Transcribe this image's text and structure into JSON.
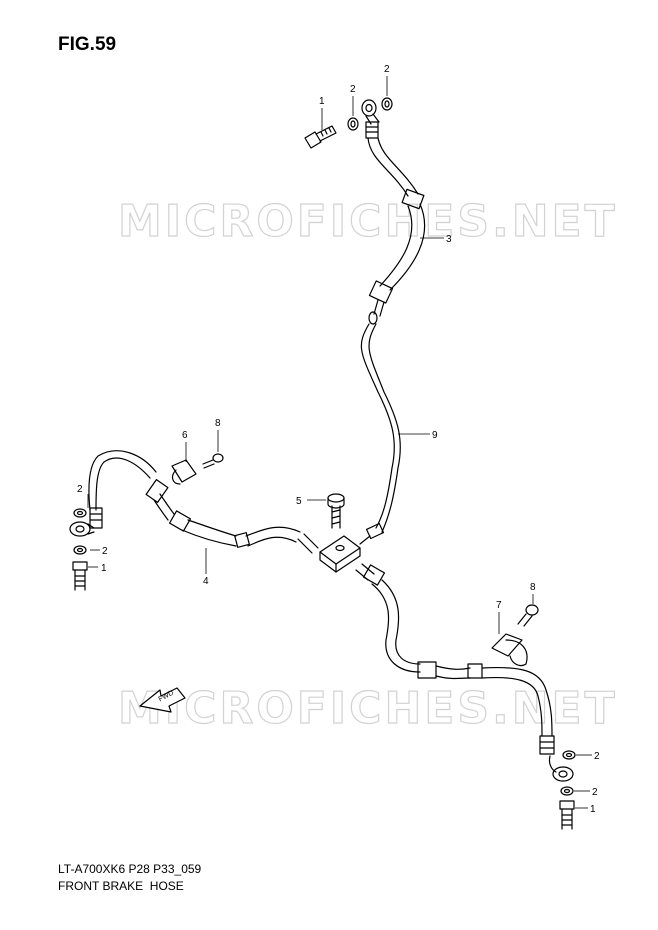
{
  "figure": {
    "title": "FIG.59",
    "model_code": "LT-A700XK6 P28 P33_059",
    "name": "FRONT BRAKE  HOSE"
  },
  "watermark": "MICROFICHES.NET",
  "direction_arrow": "FWD",
  "callouts": {
    "c1a": "1",
    "c2a": "2",
    "c2b": "2",
    "c3": "3",
    "c9": "9",
    "c6": "6",
    "c8a": "8",
    "c5": "5",
    "c2c": "2",
    "c2d": "2",
    "c1b": "1",
    "c4": "4",
    "c8b": "8",
    "c7": "7",
    "c2e": "2",
    "c2f": "2",
    "c1c": "1"
  },
  "colors": {
    "line": "#000000",
    "watermark": "#d2d2d2"
  }
}
